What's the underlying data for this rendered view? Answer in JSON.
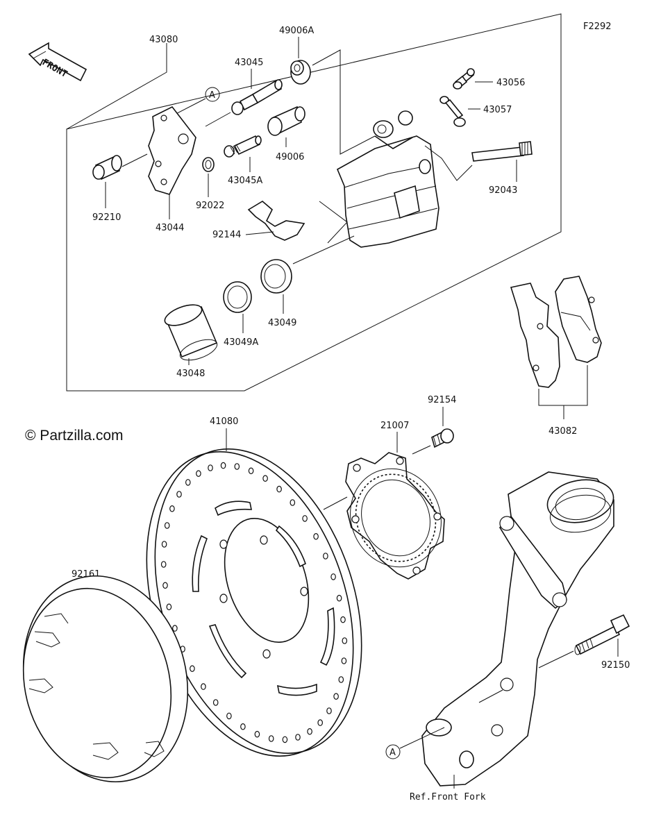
{
  "figure_code": "F2292",
  "copyright": "© Partzilla.com",
  "front_arrow_text": "FRONT",
  "ref_note": "Ref.Front Fork",
  "callout_a": "A",
  "parts": {
    "p43080": "43080",
    "p49006A": "49006A",
    "p43045": "43045",
    "p43056": "43056",
    "p43057": "43057",
    "p49006": "49006",
    "p43045A": "43045A",
    "p92043": "92043",
    "p92210": "92210",
    "p92022": "92022",
    "p43044": "43044",
    "p92144": "92144",
    "p43049": "43049",
    "p43049A": "43049A",
    "p43048": "43048",
    "p43082": "43082",
    "p92154": "92154",
    "p41080": "41080",
    "p21007": "21007",
    "p92161": "92161",
    "p92150": "92150"
  }
}
